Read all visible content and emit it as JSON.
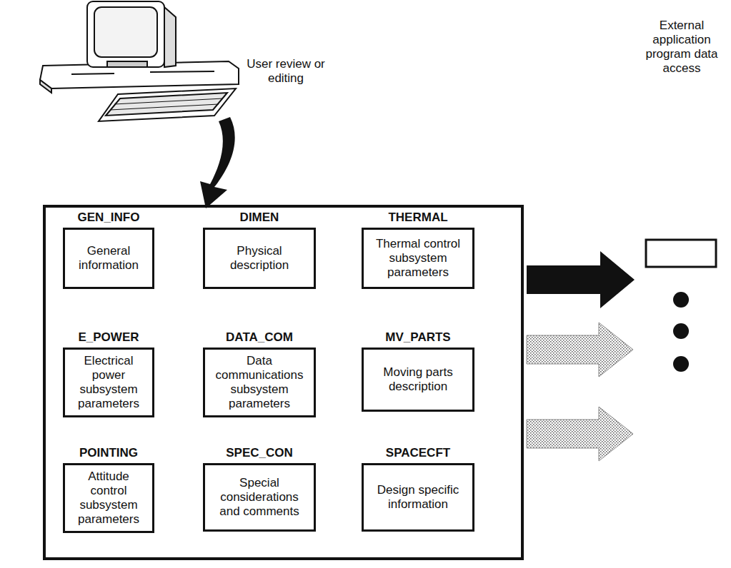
{
  "diagram": {
    "nodes": [
      {
        "text": []
      },
      {
        "text": [
          "GEN_INFO",
          "General information"
        ],
        "in": 0
      },
      {
        "text": [
          "DIMEN",
          "Physical description"
        ],
        "in": 0
      },
      {
        "text": [
          "THERMAL",
          "Thermal control subsystem parameters"
        ],
        "in": 0
      },
      {
        "text": [
          "E_POWER",
          "Electrical power subsystem parameters"
        ],
        "in": 0
      },
      {
        "text": [
          "DATA_COM",
          "Data communications subsystem parameters"
        ],
        "in": 0
      },
      {
        "text": [
          "MV_PARTS",
          "Moving parts description"
        ],
        "in": 0
      },
      {
        "text": [
          "POINTING",
          "Attitude control subsystem parameters"
        ],
        "in": 0
      },
      {
        "text": [
          "SPEC_CON",
          "Special considerations and comments"
        ],
        "in": 0
      },
      {
        "text": [
          "SPACECFT",
          "Design specific information"
        ],
        "in": 0
      }
    ],
    "labels": [
      "User review or editing",
      "External application program data access"
    ]
  }
}
